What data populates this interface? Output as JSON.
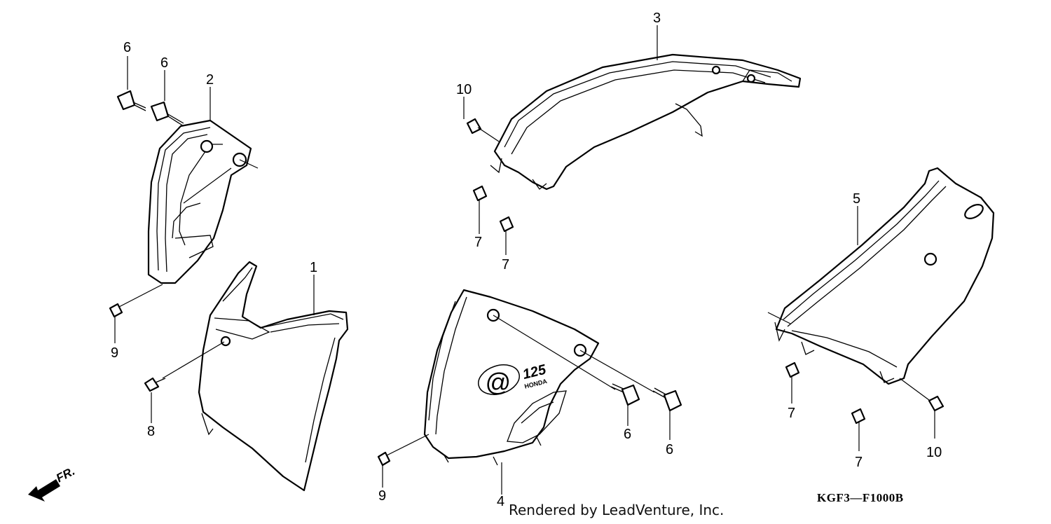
{
  "diagram": {
    "callouts": [
      "1",
      "2",
      "3",
      "4",
      "5",
      "6",
      "6",
      "6",
      "6",
      "7",
      "7",
      "7",
      "7",
      "8",
      "9",
      "9",
      "10",
      "10"
    ],
    "emblem_text": [
      "@",
      "125",
      "HONDA"
    ],
    "direction_label": "FR.",
    "diagram_code": "KGF3—F1000B",
    "credit": "Rendered by LeadVenture, Inc."
  }
}
